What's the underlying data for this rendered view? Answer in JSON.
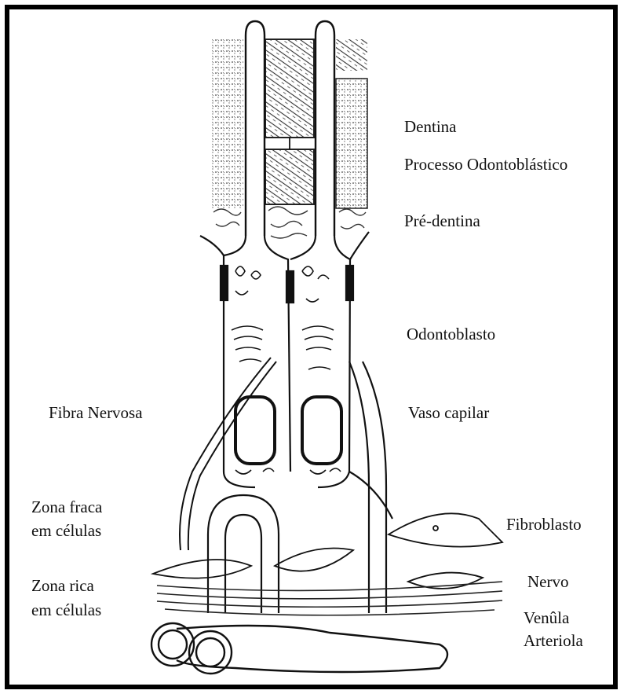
{
  "labels": {
    "dentina": "Dentina",
    "processo": "Processo Odontoblástico",
    "predentina": "Pré-dentina",
    "odontoblasto": "Odontoblasto",
    "fibra": "Fibra Nervosa",
    "vaso": "Vaso capilar",
    "zona_fraca_1": "Zona fraca",
    "zona_fraca_2": "em células",
    "zona_rica_1": "Zona rica",
    "zona_rica_2": "em células",
    "fibroblasto": "Fibroblasto",
    "nervo": "Nervo",
    "venula": "Venûla",
    "arteriola": "Arteriola"
  }
}
